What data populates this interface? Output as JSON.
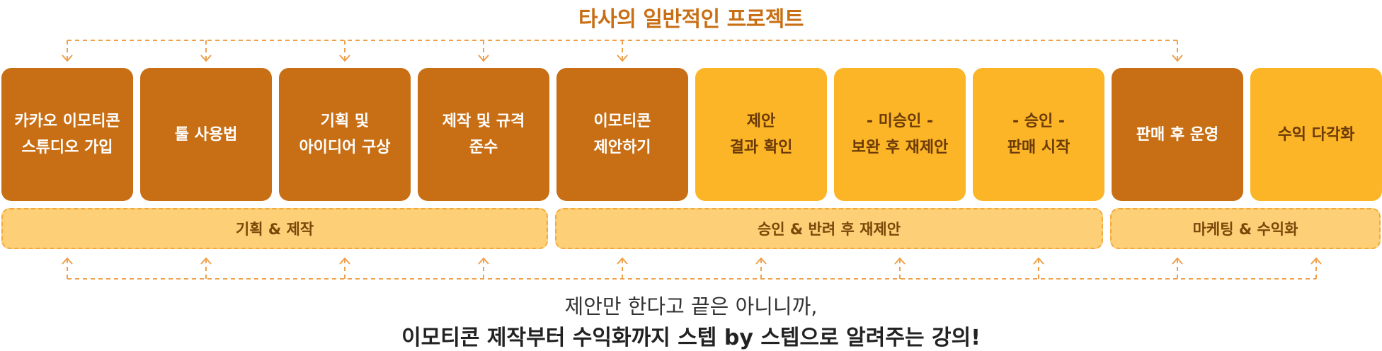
{
  "title": "타사의 일반적인 프로젝트",
  "steps": [
    {
      "label": "카카오 이모티콘\n스튜디오 가입",
      "tone": "dark"
    },
    {
      "label": "툴 사용법",
      "tone": "dark"
    },
    {
      "label": "기획 및\n아이디어 구상",
      "tone": "dark"
    },
    {
      "label": "제작 및 규격\n준수",
      "tone": "dark"
    },
    {
      "label": "이모티콘\n제안하기",
      "tone": "dark"
    },
    {
      "label": "제안\n결과 확인",
      "tone": "light"
    },
    {
      "label": "- 미승인 -\n보완 후 재제안",
      "tone": "light"
    },
    {
      "label": "- 승인 -\n판매 시작",
      "tone": "light"
    },
    {
      "label": "판매 후 운영",
      "tone": "dark"
    },
    {
      "label": "수익 다각화",
      "tone": "light"
    }
  ],
  "phases": [
    {
      "label": "기획 & 제작"
    },
    {
      "label": "승인 & 반려 후 재제안"
    },
    {
      "label": "마케팅 & 수익화"
    }
  ],
  "footer": {
    "line1": "제안만 한다고 끝은 아니니까,",
    "line2": "이모티콘 제작부터 수익화까지 스텝 by 스텝으로 알려주는 강의!"
  },
  "colors": {
    "dark": "#c86f15",
    "light": "#fbb526",
    "phase_fill": "#fdd078",
    "connector": "#eea04a"
  }
}
